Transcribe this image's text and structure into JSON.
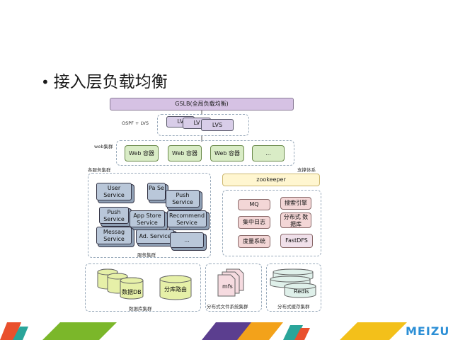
{
  "title": "接入层负载均衡",
  "gslb": "GSLB(全局负载均衡)",
  "ospf_label": "OSPF + LVS",
  "lvs": [
    "LV",
    "LV",
    "LVS"
  ],
  "web_cluster_label": "web集群",
  "web_nodes": [
    "Web 容器",
    "Web 容器",
    "Web 容器",
    "..."
  ],
  "service_cluster_label": "各服务集群",
  "support_label": "支撑体系",
  "services": {
    "user": "User Service",
    "pa": "Pa Se",
    "push1": "Push Service",
    "push2": "Push Service",
    "appstore": "App Store Service",
    "recommend": "Recommend Service",
    "messag": "Messag Service",
    "ad": "Ad. Service",
    "more": "..."
  },
  "service_group_label": "服务集群",
  "zookeeper": "zookeeper",
  "support_items": [
    "MQ",
    "搜索引擎",
    "集中日志",
    "分布式 数据库",
    "度量系统",
    "FastDFS"
  ],
  "db_items": [
    "数据DB",
    "分库路由"
  ],
  "db_cluster_label": "数据库集群",
  "mfs": "mfs",
  "fs_cluster_label": "分布式文件系统集群",
  "redis": "Redis",
  "cache_cluster_label": "分布式缓存集群",
  "brand": "MEIZU"
}
